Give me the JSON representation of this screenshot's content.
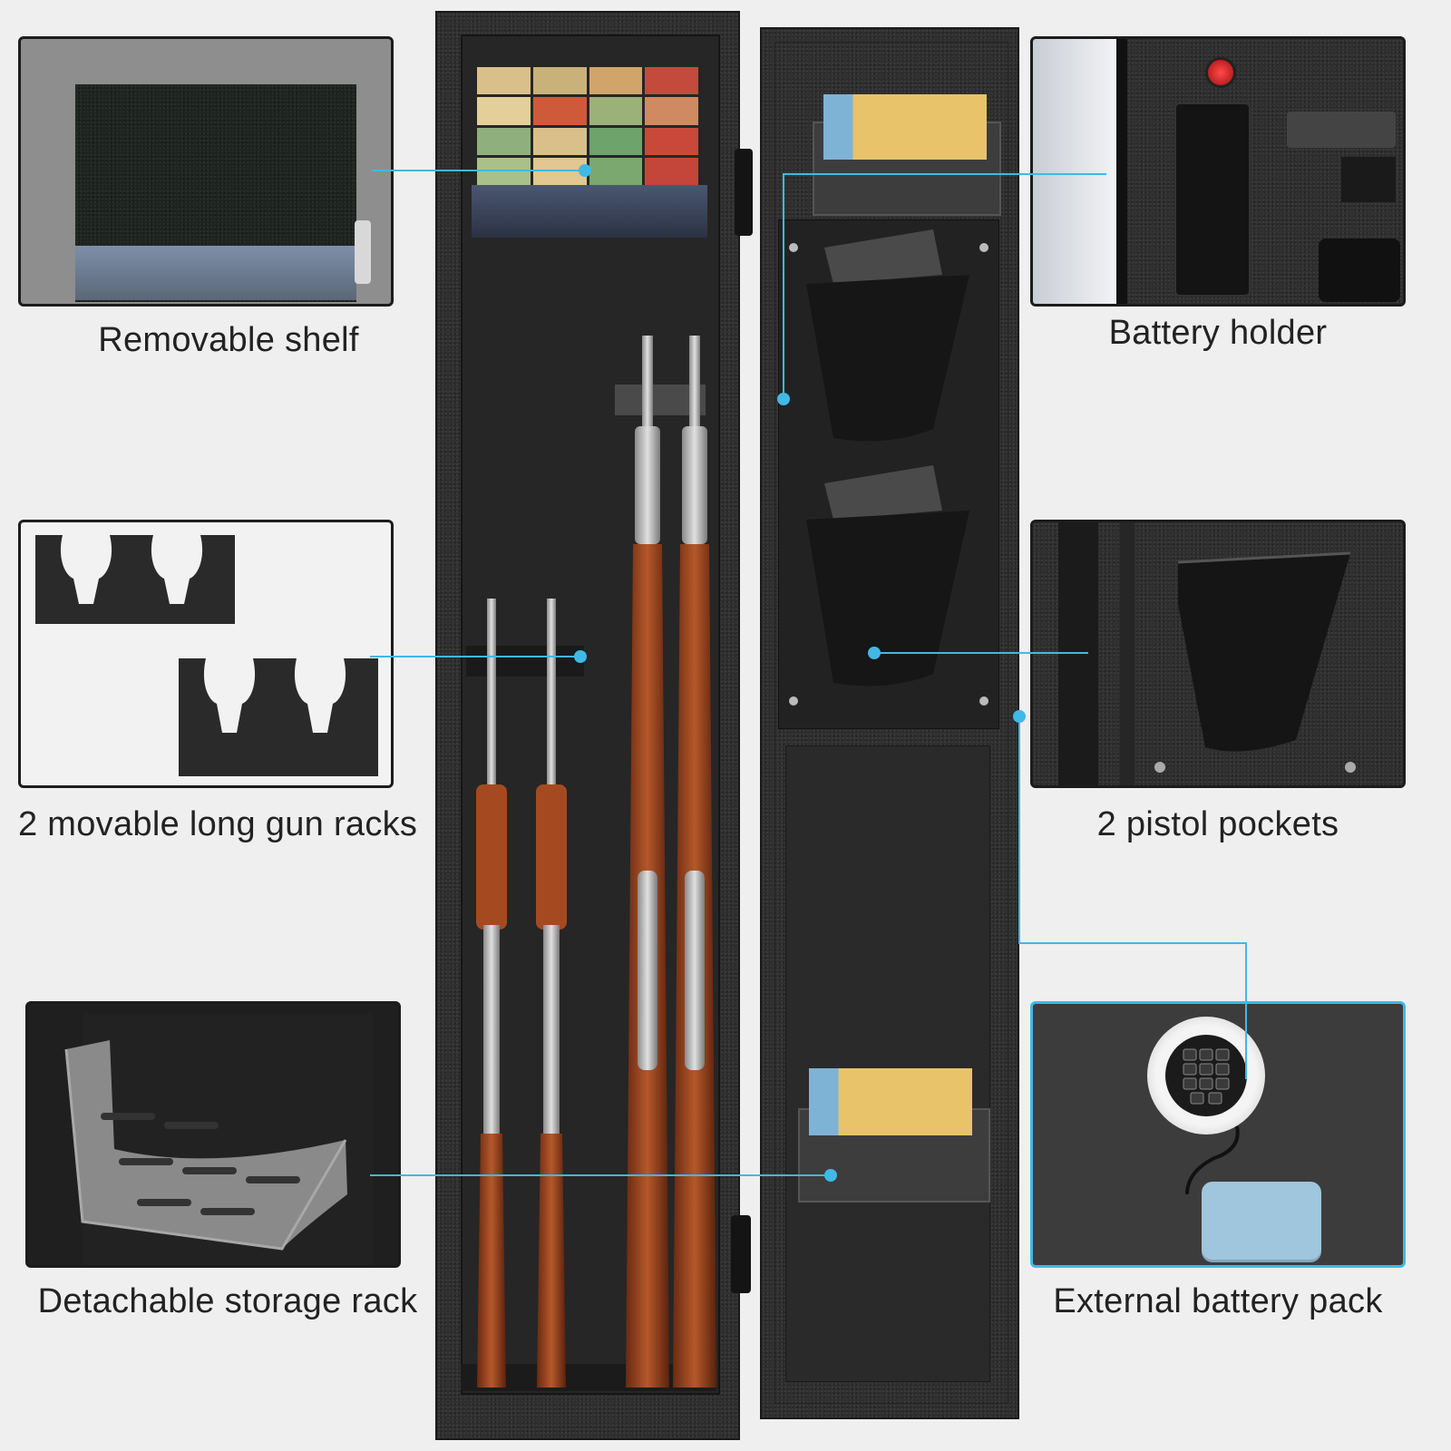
{
  "callouts": {
    "removable_shelf": "Removable shelf",
    "battery_holder": "Battery holder",
    "long_gun_racks": "2 movable long gun racks",
    "pistol_pockets": "2 pistol pockets",
    "storage_rack": "Detachable storage rack",
    "battery_pack": "External battery pack"
  },
  "colors": {
    "accent_line": "#3fb9e6",
    "safe_body": "#2f2f2f",
    "rifle_stock": "#8a3a1c",
    "battery_pack": "#9fc6dc"
  },
  "icons": {
    "keypad": "electronic-lock-keypad-icon",
    "ammo_box": "ammo-box-icon"
  }
}
